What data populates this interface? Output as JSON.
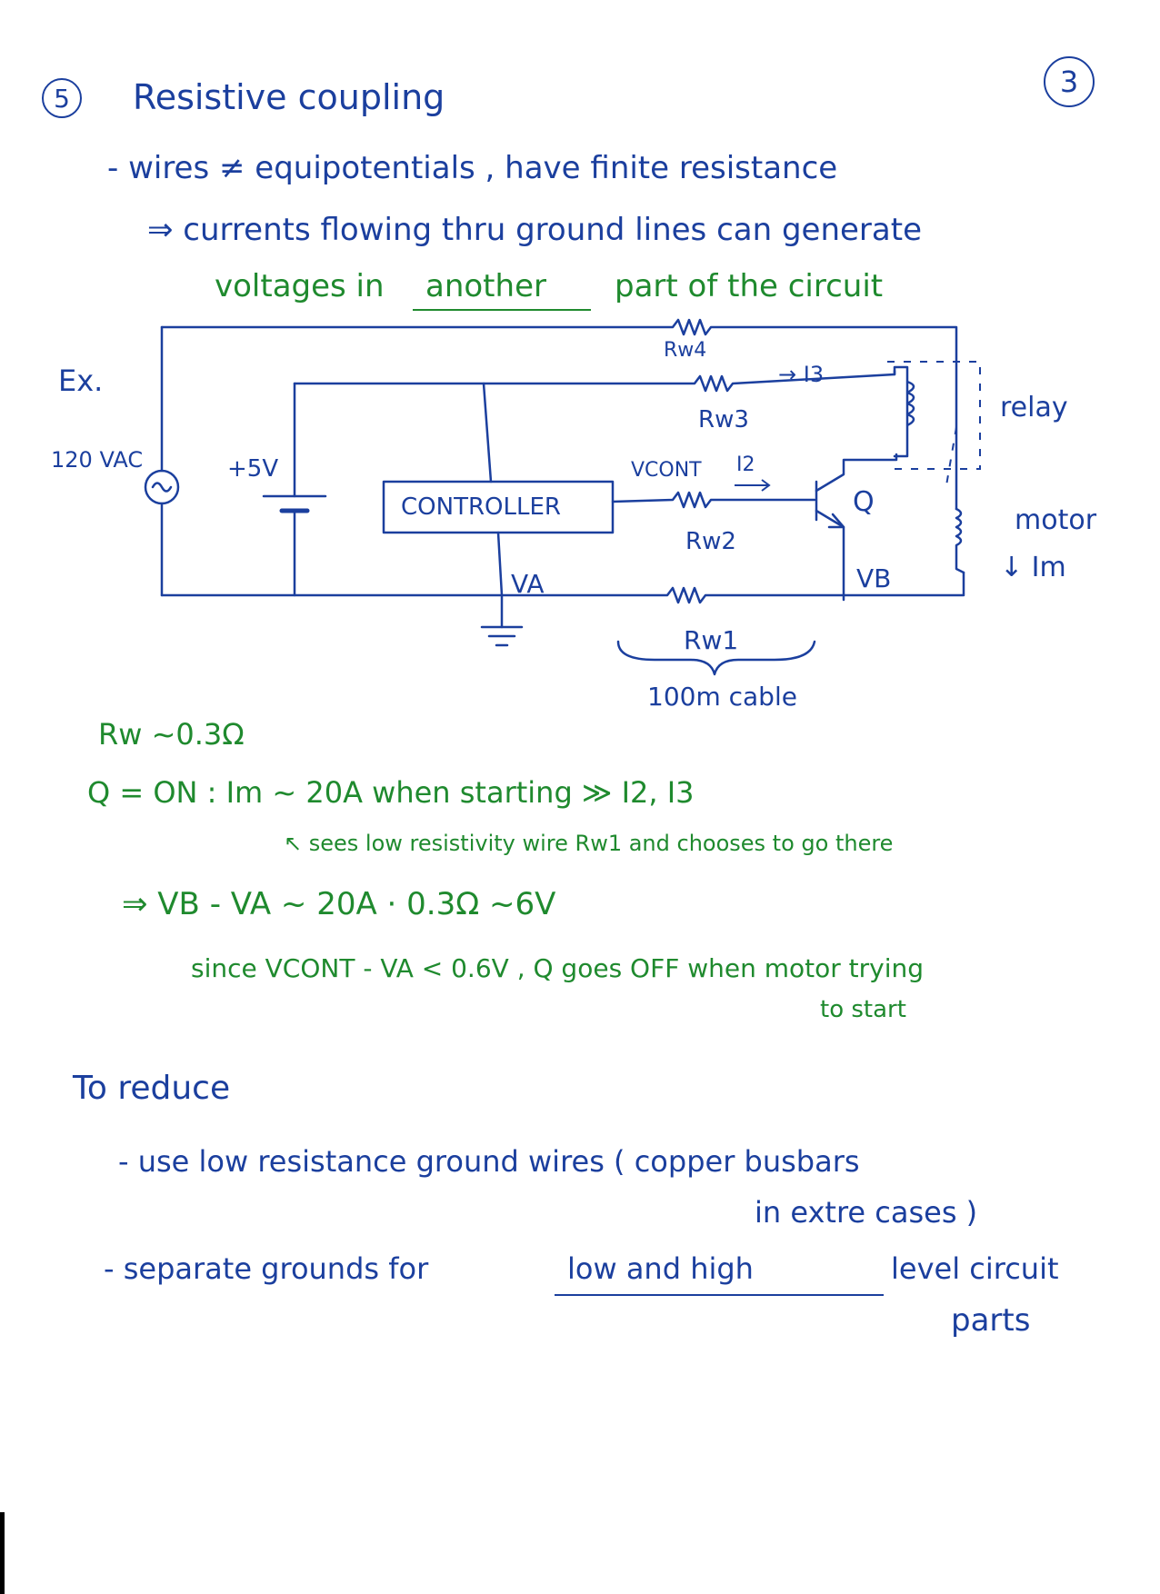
{
  "page_number": "3",
  "section": {
    "number": "5",
    "title": "Resistive coupling"
  },
  "intro": {
    "bullet1": "- wires ≠ equipotentials , have finite resistance",
    "bullet2": "⇒ currents flowing thru ground lines can generate",
    "bullet3_pre": "voltages in",
    "bullet3_em": "another",
    "bullet3_post": "part of the circuit"
  },
  "circuit": {
    "ex": "Ex.",
    "source": "120 VAC",
    "supply": "+5V",
    "controller": "CONTROLLER",
    "rw4": "Rw4",
    "rw3": "Rw3",
    "rw2": "Rw2",
    "rw1": "Rw1",
    "i3": "→ I3",
    "i2": "I2",
    "vcont": "VCONT",
    "q": "Q",
    "va": "VA",
    "vb": "VB",
    "relay": "relay",
    "motor": "motor",
    "im": "↓ Im",
    "cable": "100m cable"
  },
  "analysis": {
    "rw": "Rw ~0.3Ω",
    "q_on": "Q = ON :  Im ~ 20A  when starting  ≫ I2, I3",
    "note": "↖ sees low resistivity wire Rw1 and chooses to go there",
    "vbva": "⇒  VB - VA ~ 20A · 0.3Ω  ~6V",
    "since": "since  VCONT - VA < 0.6V ,  Q goes OFF when motor trying",
    "since2": "to start"
  },
  "reduce": {
    "heading": "To reduce",
    "item1": "- use low resistance ground wires ( copper busbars",
    "item1b": "in extre       cases )",
    "item2_pre": "- separate grounds for",
    "item2_em": "low and high",
    "item2_post": "level circuit",
    "item2b": "parts"
  }
}
